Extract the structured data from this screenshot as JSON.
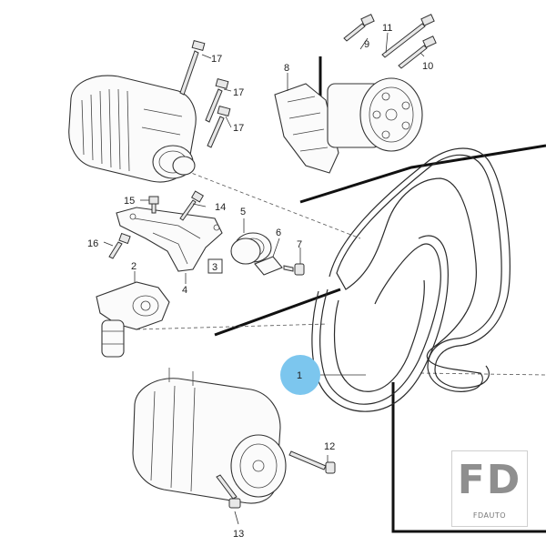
{
  "diagram": {
    "callouts": {
      "c1": "1",
      "c2": "2",
      "c3": "3",
      "c4": "4",
      "c5": "5",
      "c6": "6",
      "c7": "7",
      "c8": "8",
      "c9": "9",
      "c10": "10",
      "c11": "11",
      "c12": "12",
      "c13": "13",
      "c14": "14",
      "c15": "15",
      "c16": "16",
      "c17a": "17",
      "c17b": "17",
      "c17c": "17"
    },
    "highlight_color": "#7cc6ee",
    "highlighted_callout": "1"
  },
  "watermark": {
    "main": "FD",
    "sub": "FDAUTO"
  }
}
